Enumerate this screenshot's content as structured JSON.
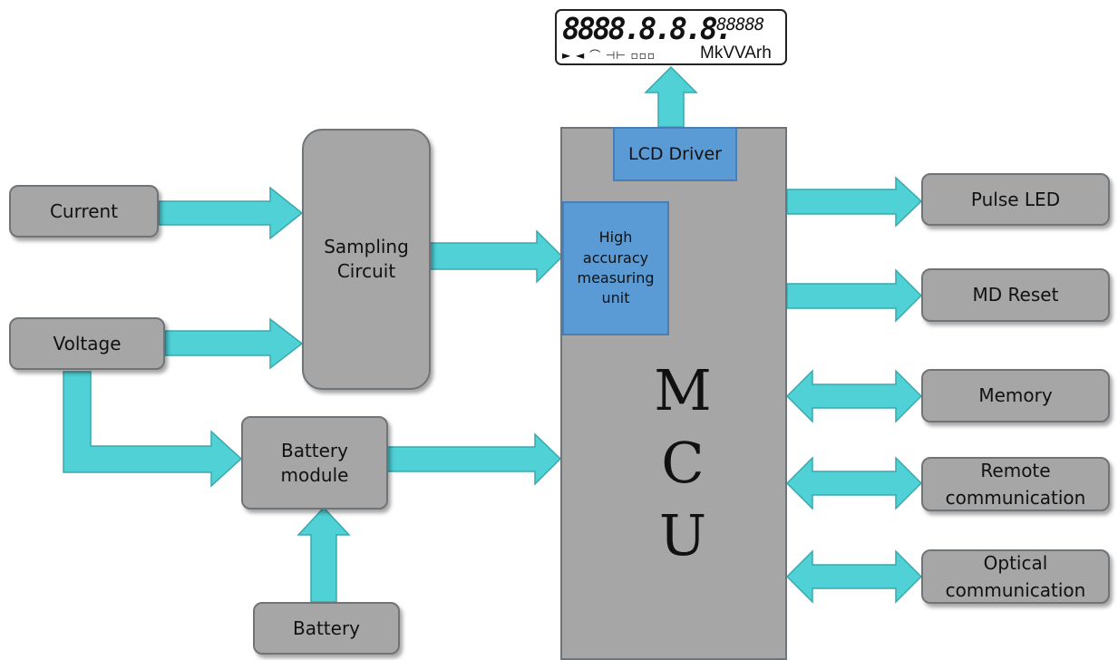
{
  "lcd": {
    "digits": "8888.8.8.8.",
    "small_digits": "88888",
    "indicators": "► ◄ ⌒ ⊣⊢ ▫▫▫",
    "unit": "MkVVArh"
  },
  "blocks": {
    "current": "Current",
    "voltage": "Voltage",
    "sampling_line1": "Sampling",
    "sampling_line2": "Circuit",
    "battery_module_line1": "Battery",
    "battery_module_line2": "module",
    "battery": "Battery",
    "lcd_driver": "LCD Driver",
    "measuring_line1": "High",
    "measuring_line2": "accuracy",
    "measuring_line3": "measuring",
    "measuring_line4": "unit",
    "mcu_letter1": "M",
    "mcu_letter2": "C",
    "mcu_letter3": "U",
    "pulse_led": "Pulse LED",
    "md_reset": "MD Reset",
    "memory": "Memory",
    "remote_line1": "Remote",
    "remote_line2": "communication",
    "optical_line1": "Optical",
    "optical_line2": "communication"
  },
  "colors": {
    "arrow_fill": "#4fd1d6",
    "arrow_stroke": "#3aa8ad",
    "block_fill": "#a6a6a6",
    "block_border": "#6f7479",
    "unit_fill": "#5b9bd5"
  },
  "connections": [
    {
      "from": "Current",
      "to": "Sampling Circuit",
      "type": "one-way"
    },
    {
      "from": "Voltage",
      "to": "Sampling Circuit",
      "type": "one-way"
    },
    {
      "from": "Voltage",
      "to": "Battery module",
      "type": "one-way"
    },
    {
      "from": "Battery",
      "to": "Battery module",
      "type": "one-way"
    },
    {
      "from": "Sampling Circuit",
      "to": "High accuracy measuring unit",
      "type": "one-way"
    },
    {
      "from": "Battery module",
      "to": "MCU",
      "type": "one-way"
    },
    {
      "from": "LCD Driver",
      "to": "LCD display",
      "type": "one-way"
    },
    {
      "from": "MCU",
      "to": "Pulse LED",
      "type": "one-way"
    },
    {
      "from": "MCU",
      "to": "MD Reset",
      "type": "one-way"
    },
    {
      "from": "MCU",
      "to": "Memory",
      "type": "two-way"
    },
    {
      "from": "MCU",
      "to": "Remote communication",
      "type": "two-way"
    },
    {
      "from": "MCU",
      "to": "Optical communication",
      "type": "two-way"
    }
  ]
}
